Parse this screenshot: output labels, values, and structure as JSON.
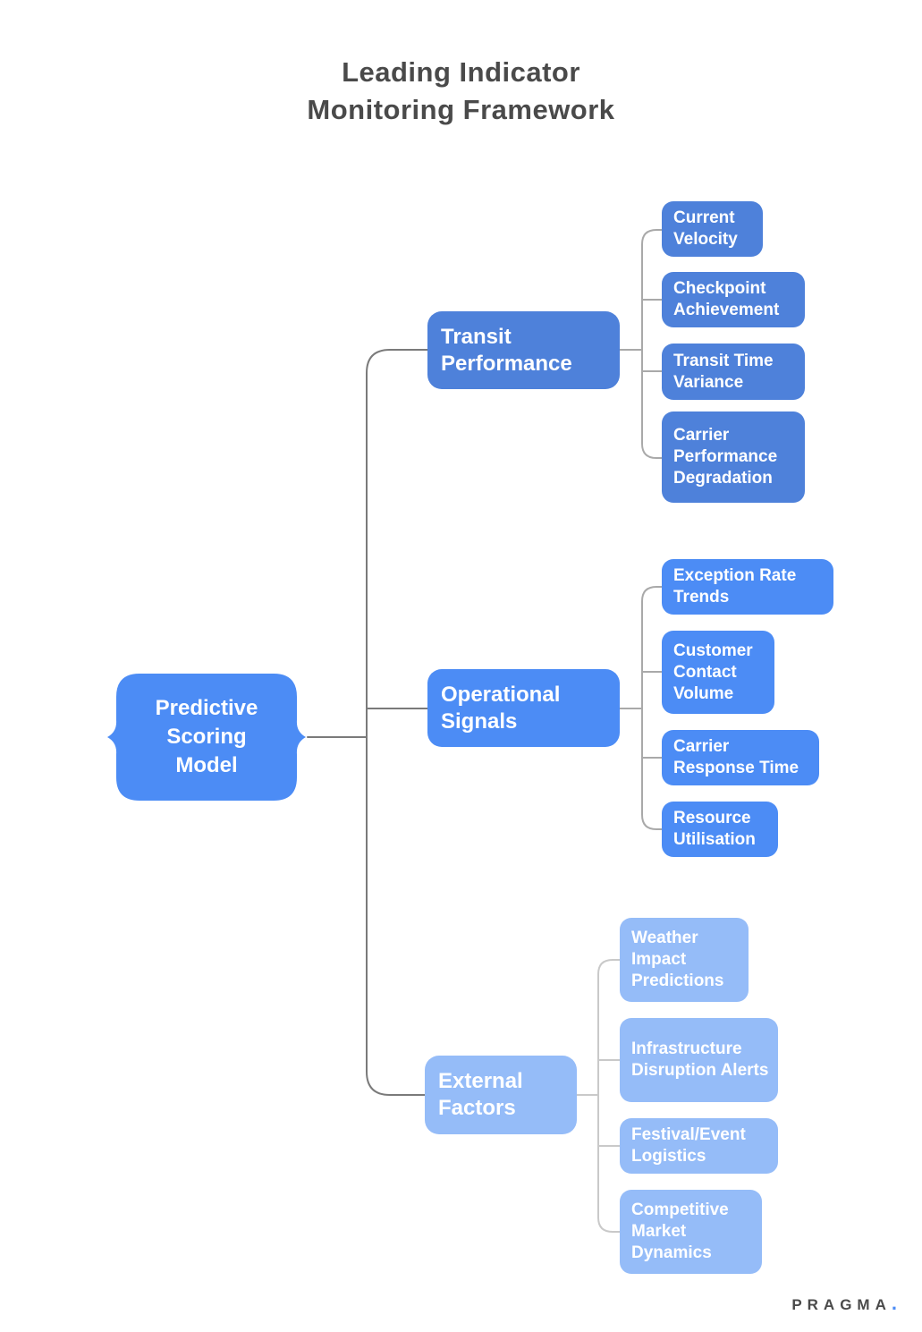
{
  "title": {
    "line1": "Leading Indicator",
    "line2": "Monitoring Framework"
  },
  "root": {
    "label": "Predictive Scoring Model"
  },
  "branches": [
    {
      "label": "Transit Performance",
      "children": [
        "Current Velocity",
        "Checkpoint Achievement",
        "Transit Time Variance",
        "Carrier Performance Degradation"
      ]
    },
    {
      "label": "Operational Signals",
      "children": [
        "Exception Rate Trends",
        "Customer Contact Volume",
        "Carrier Response Time",
        "Resource Utilisation"
      ]
    },
    {
      "label": "External Factors",
      "children": [
        "Weather Impact Predictions",
        "Infrastructure Disruption Alerts",
        "Festival/Event Logistics",
        "Competitive Market Dynamics"
      ]
    }
  ],
  "colors": {
    "cluster_bright": "#4C8CF5",
    "cluster_medium": "#4E81DA",
    "cluster_light": "#95BCF8",
    "node_text": "#FFFFFF",
    "title_text": "#4A4A4A",
    "connector_main": "#7A7A7A",
    "connector_sub": "#A9A9A9",
    "connector_sub_light": "#C9C9C9",
    "logo_dot": "#4C8CF5"
  },
  "logo": {
    "text": "PRAGMA",
    "dot": "."
  }
}
